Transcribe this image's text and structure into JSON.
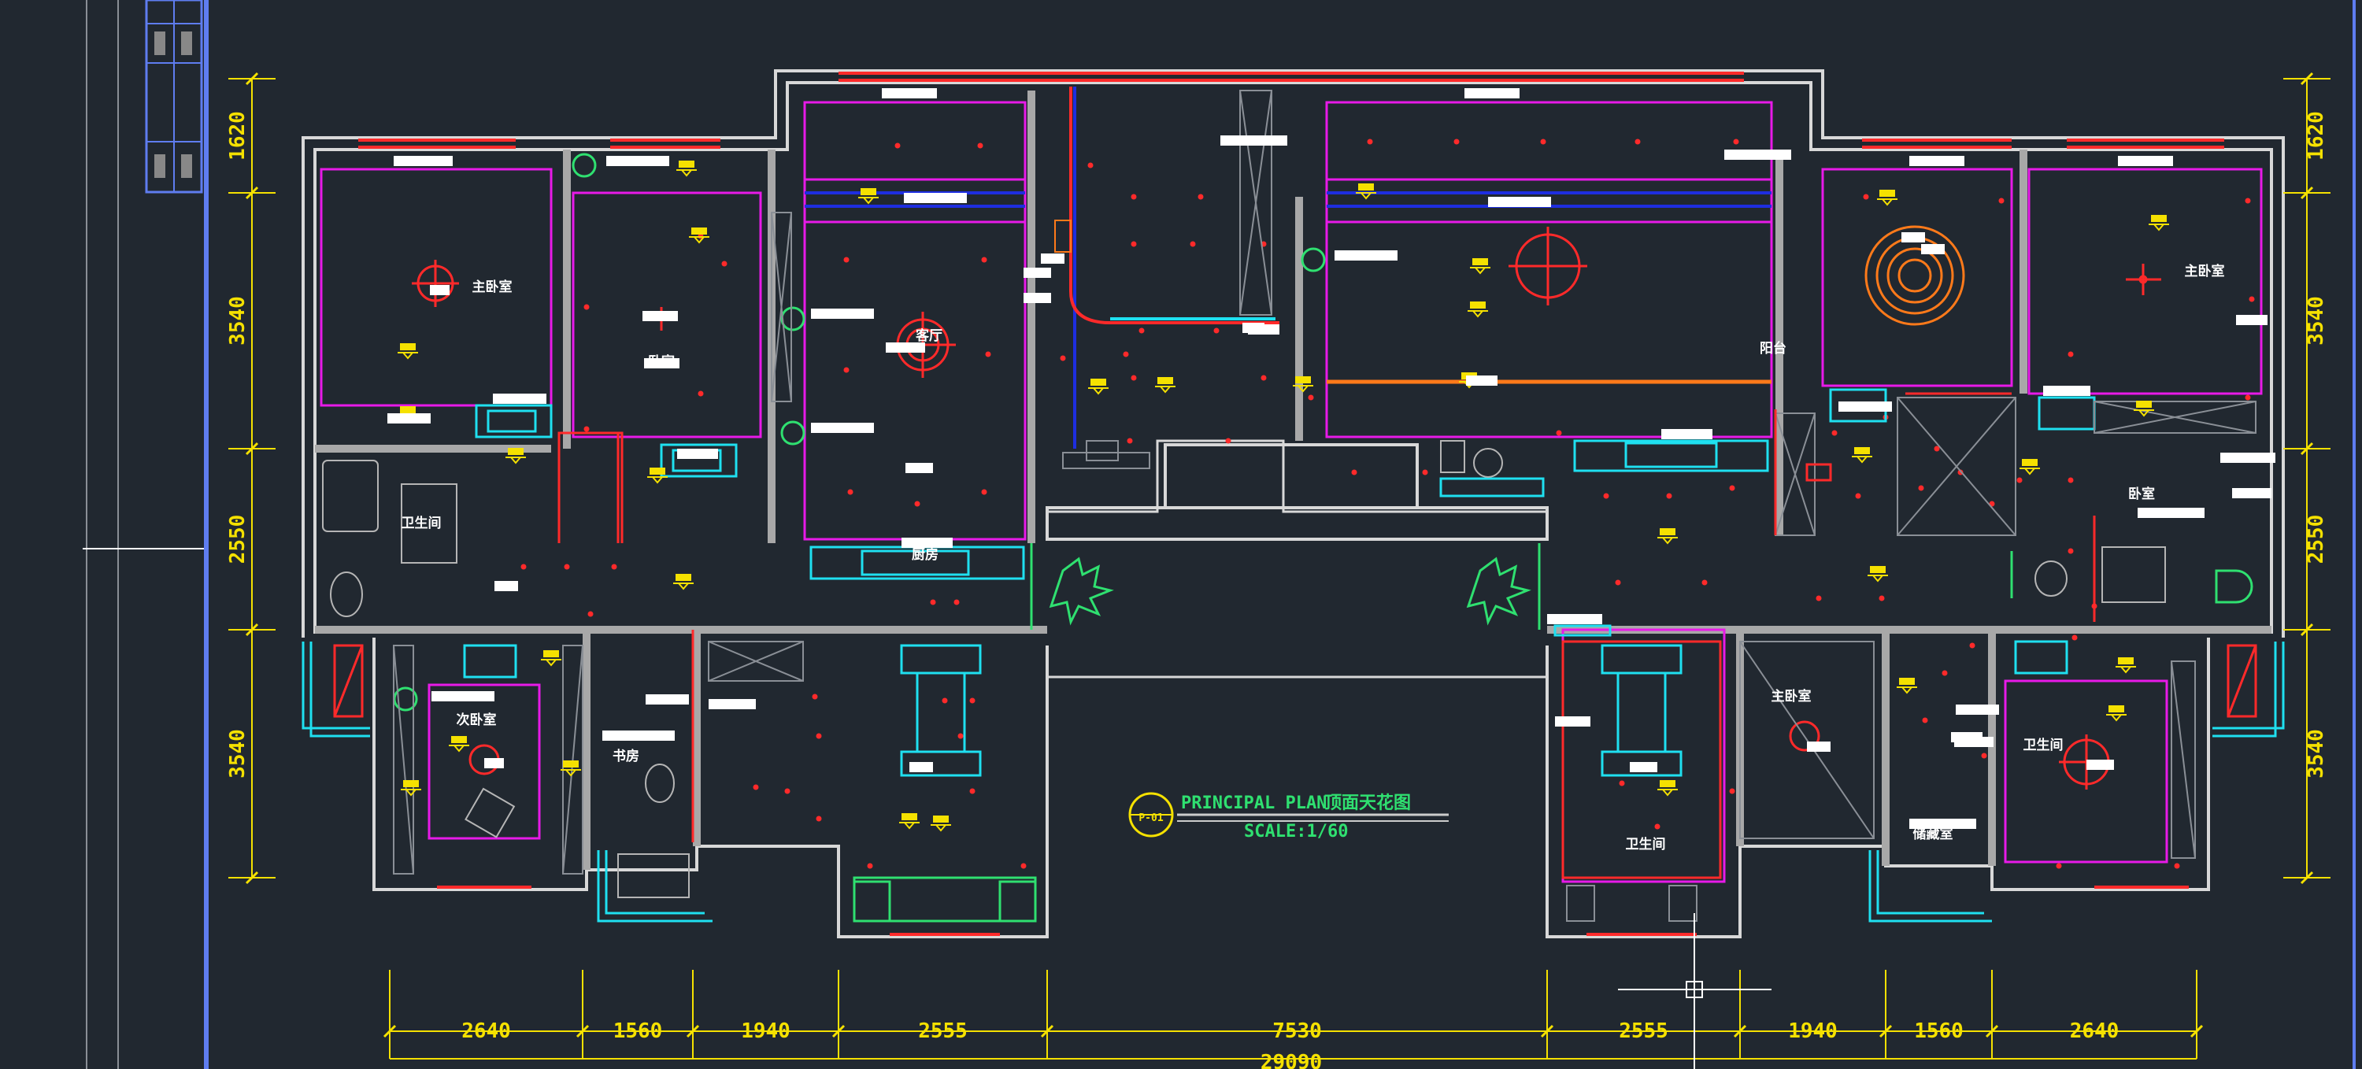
{
  "drawing": {
    "plan_title": "PRINCIPAL PLAN",
    "plan_title_cn": "顶面天花图",
    "scale": "SCALE:1/60",
    "marker": "P-01",
    "total_width": "29090",
    "bottom_dims": [
      "2640",
      "1560",
      "1940",
      "2555",
      "7530",
      "2555",
      "1940",
      "1560",
      "2640"
    ],
    "left_dims": [
      "1620",
      "3540",
      "2550",
      "3540"
    ],
    "right_dims": [
      "1620",
      "3540",
      "2550",
      "3540"
    ]
  },
  "room_labels": [
    "主卧室",
    "卧室",
    "客厅",
    "厨房",
    "卫生间",
    "次卧室",
    "书房",
    "主卧室",
    "卫生间",
    "储藏室",
    "主卧室",
    "卧室",
    "卫生间",
    "阳台"
  ],
  "colors": {
    "background": "#212830",
    "wall": "#d8d8d8",
    "dimension": "#f5e100",
    "ceiling": "#e81ae8",
    "light": "#ff2a2a",
    "fixture": "#1fe0f0",
    "title": "#2fe070",
    "viewport_border": "#5f7df0"
  }
}
